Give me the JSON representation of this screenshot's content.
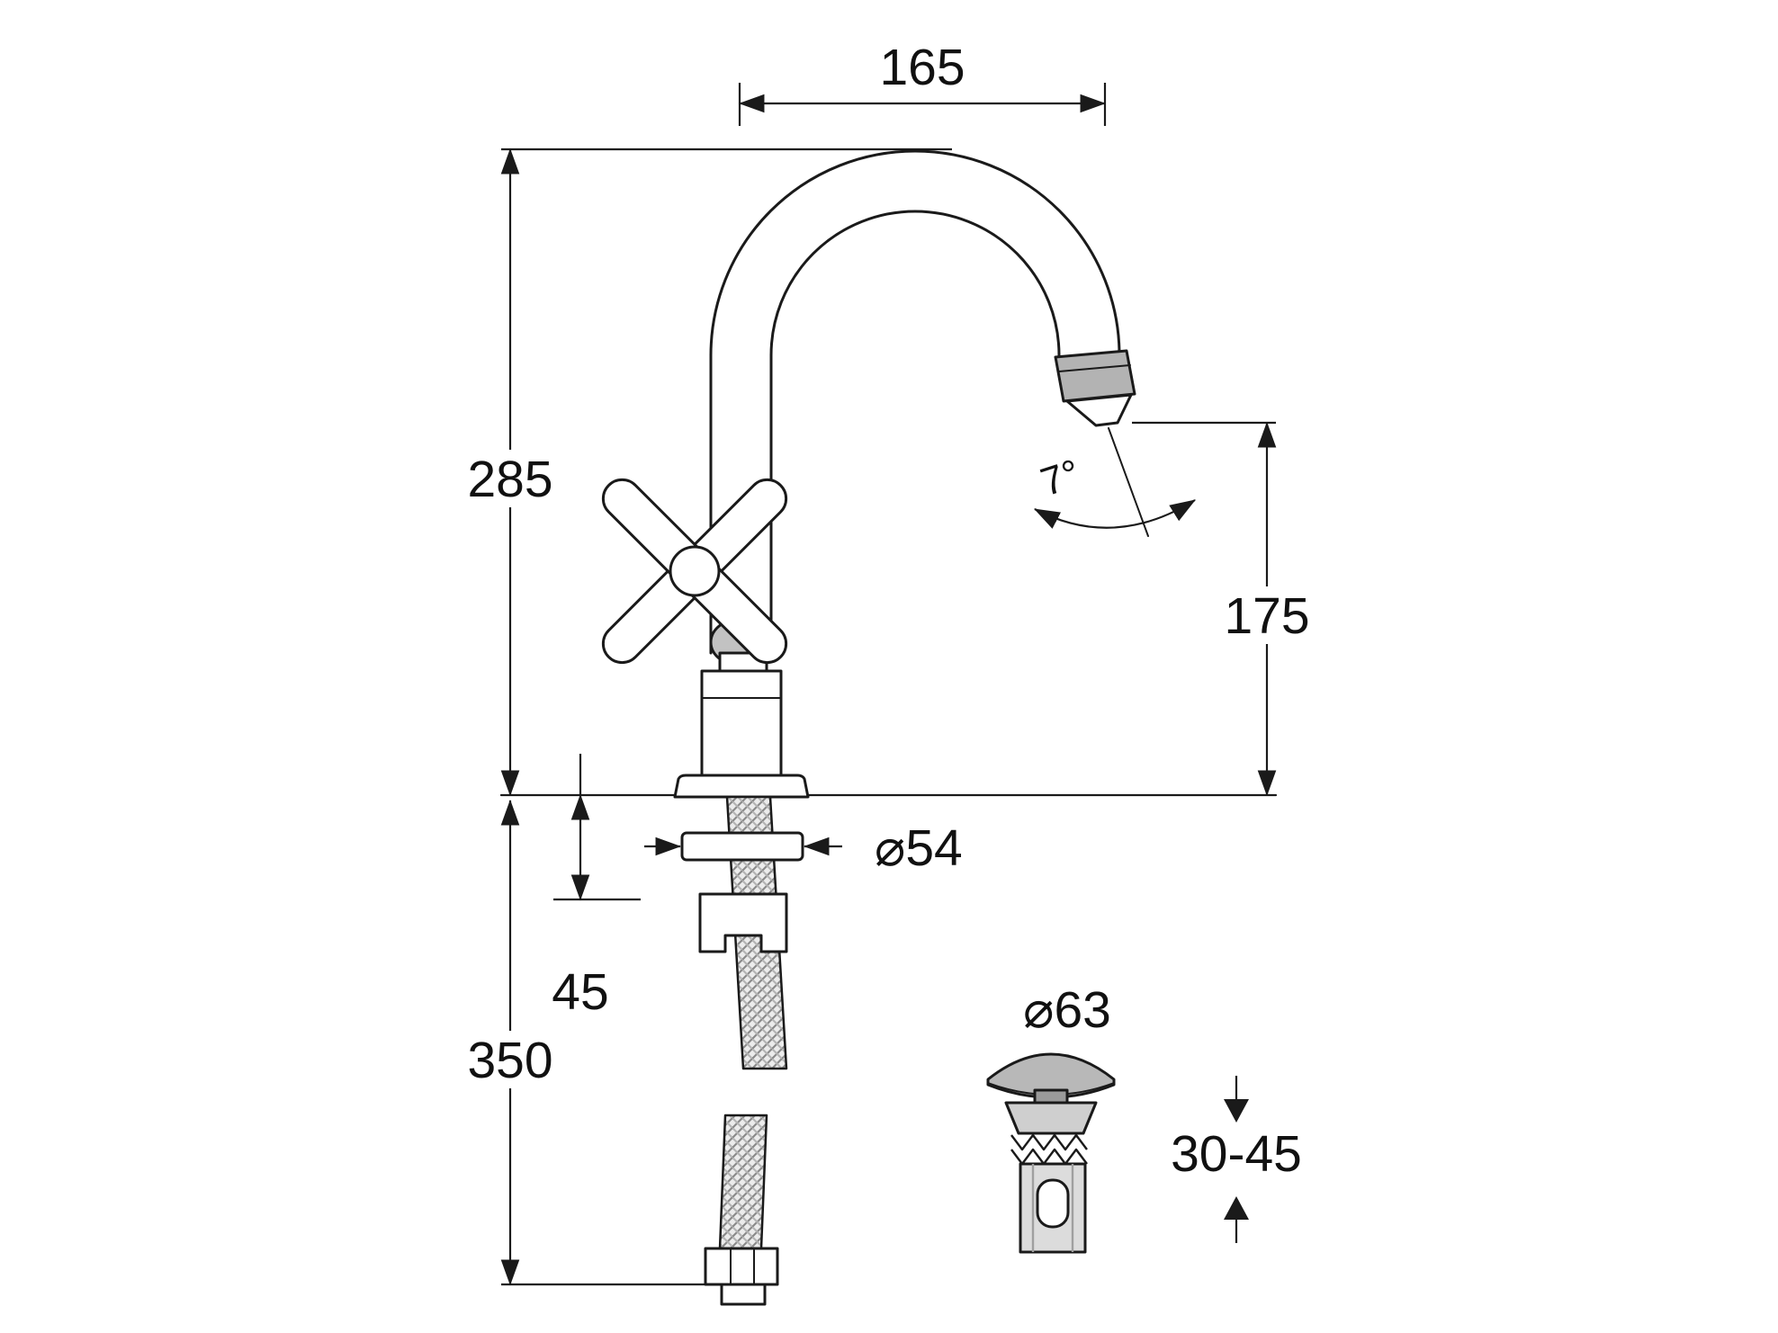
{
  "page": {
    "background": "#ffffff",
    "line_color": "#1a1a1a",
    "shade_color": "#b8b8b8"
  },
  "labels": {
    "spout_reach": "165",
    "total_height": "285",
    "spout_height": "175",
    "spray_angle": "7°",
    "escutcheon_diameter": "⌀54",
    "deck_thickness": "45",
    "hose_length": "350",
    "waste_diameter": "⌀63",
    "waste_height_range": "30-45"
  }
}
